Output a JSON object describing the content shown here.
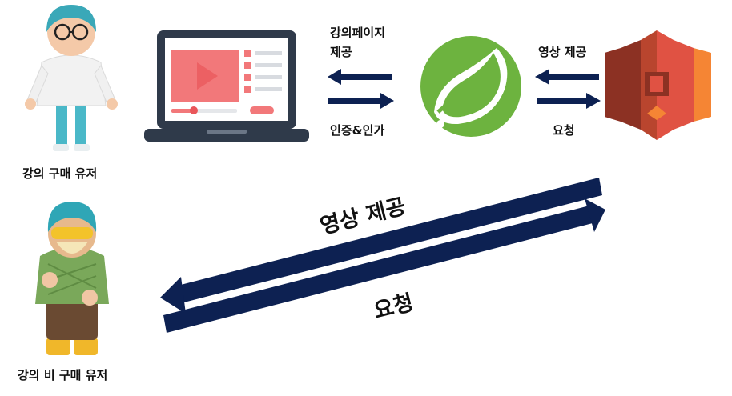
{
  "actors": {
    "buyer_label": "강의 구매 유저",
    "non_buyer_label": "강의 비 구매 유저"
  },
  "server_edge": {
    "top_label_line1": "강의페이지",
    "top_label_line2": "제공",
    "bottom_label": "인증&인가"
  },
  "storage_edge": {
    "top_label": "영상 제공",
    "bottom_label": "요청"
  },
  "direct_edge": {
    "top_label": "영상 제공",
    "bottom_label": "요청"
  },
  "colors": {
    "arrow": "#0d2152",
    "spring_green": "#6db33f",
    "aws_s3": "#e05243",
    "laptop": "#2f3a4a",
    "video_red": "#f2787a"
  },
  "icons": {
    "buyer": "user-figure-icon",
    "non_buyer": "user-figure-icon",
    "laptop": "laptop-video-icon",
    "server": "spring-leaf-icon",
    "storage": "aws-s3-bucket-icon"
  }
}
